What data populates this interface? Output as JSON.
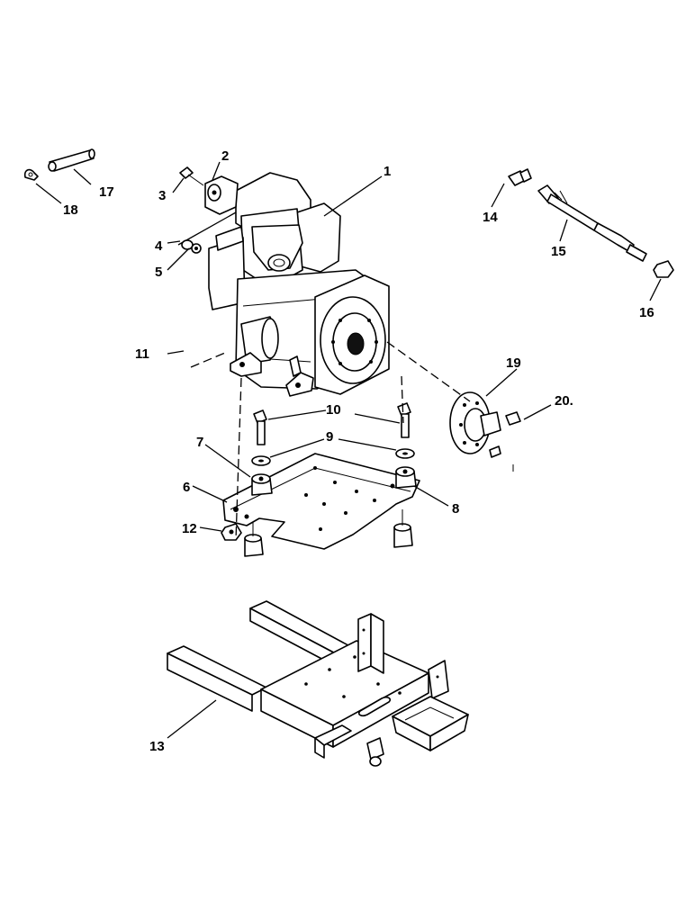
{
  "callouts": {
    "c1": "1",
    "c2": "2",
    "c3": "3",
    "c4": "4",
    "c5": "5",
    "c6": "6",
    "c7": "7",
    "c8": "8",
    "c9": "9",
    "c10": "10",
    "c11": "11",
    "c12": "12",
    "c13": "13",
    "c14": "14",
    "c15": "15",
    "c16": "16",
    "c17": "17",
    "c18": "18",
    "c19": "19",
    "c20": "20."
  }
}
